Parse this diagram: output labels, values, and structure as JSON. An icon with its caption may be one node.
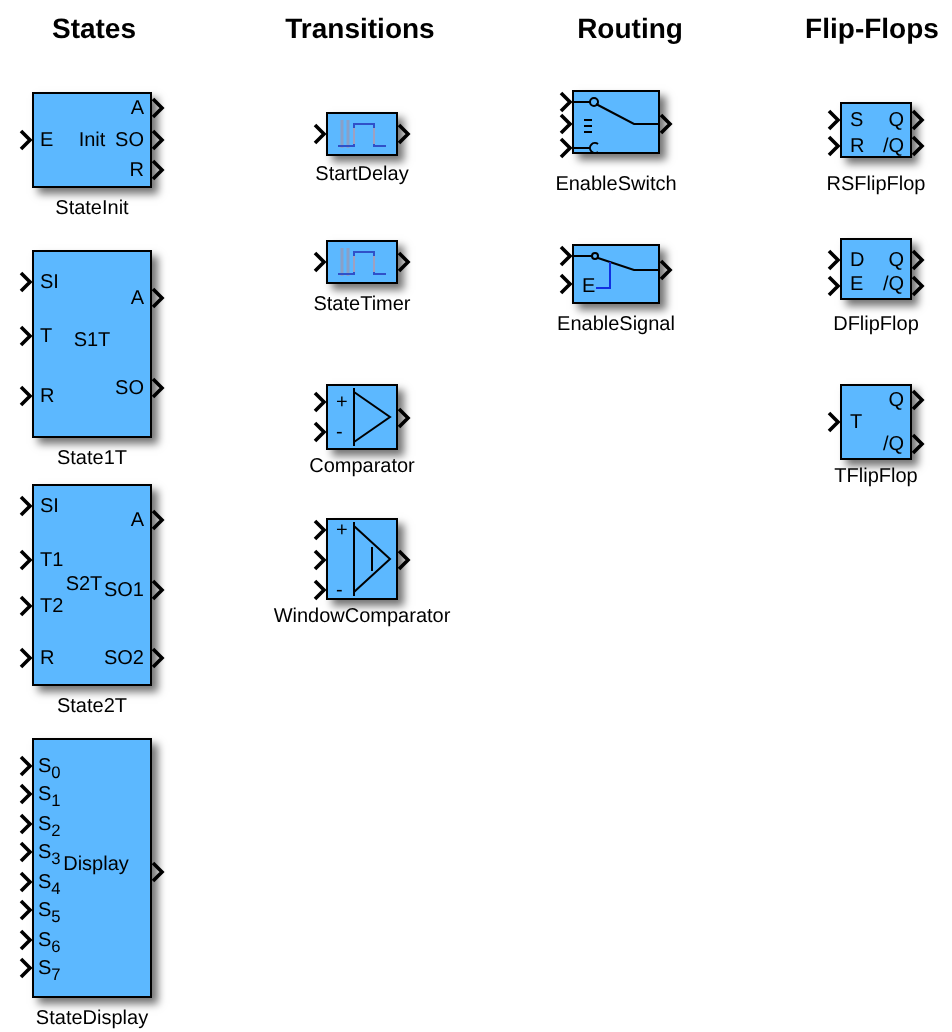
{
  "diagram": {
    "nodes": [
      {
        "text": [
          "E",
          "Init",
          "A",
          "SO",
          "R"
        ],
        "beside": [
          "StateInit"
        ]
      },
      {
        "text": [
          "SI",
          "T",
          "R",
          "S1T",
          "A",
          "SO"
        ],
        "beside": [
          "State1T"
        ]
      },
      {
        "text": [
          "SI",
          "T1",
          "T2",
          "R",
          "S2T",
          "A",
          "SO1",
          "SO2"
        ],
        "beside": [
          "State2T"
        ]
      },
      {
        "text": [
          "S$_{0}$",
          "S$_{1}$",
          "S$_{2}$",
          "S$_{3}$",
          "S$_{4}$",
          "S$_{5}$",
          "S$_{6}$",
          "S$_{7}$",
          "Display"
        ],
        "beside": [
          "StateDisplay"
        ]
      },
      {
        "text": [],
        "shape": "box",
        "beside": [
          "StartDelay"
        ]
      },
      {
        "text": [],
        "shape": "box",
        "beside": [
          "StateTimer"
        ]
      },
      {
        "text": [
          "+",
          "-"
        ],
        "beside": [
          "Comparator"
        ]
      },
      {
        "text": [
          "+",
          "-"
        ],
        "beside": [
          "WindowComparator"
        ]
      },
      {
        "text": [],
        "shape": "box",
        "beside": [
          "EnableSwitch"
        ]
      },
      {
        "text": [
          "E"
        ],
        "beside": [
          "EnableSignal"
        ]
      },
      {
        "text": [
          "S",
          "R",
          "Q",
          "/Q"
        ],
        "beside": [
          "RSFlipFlop"
        ]
      },
      {
        "text": [
          "D",
          "E",
          "Q",
          "/Q"
        ],
        "beside": [
          "DFlipFlop"
        ]
      },
      {
        "text": [
          "T",
          "Q",
          "/Q"
        ],
        "beside": [
          "TFlipFlop"
        ]
      }
    ],
    "edges": [],
    "labels": [
      "States",
      "Transitions",
      "Routing",
      "Flip-Flops"
    ]
  }
}
